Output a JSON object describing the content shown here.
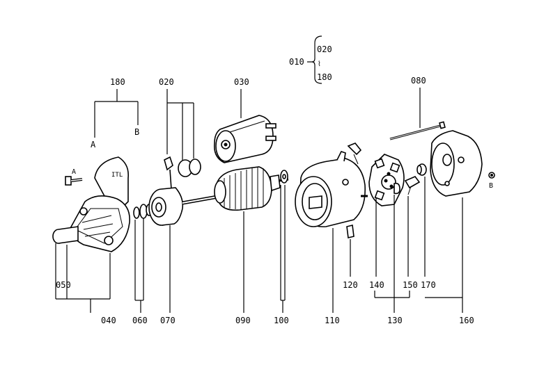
{
  "diagram": {
    "labels": {
      "010": "010",
      "020_top": "020",
      "180_top": "180",
      "180": "180",
      "A_top": "A",
      "B_top": "B",
      "020": "020",
      "030": "030",
      "080": "080",
      "A_bolt": "A",
      "B_bolt": "B",
      "050": "050",
      "040": "040",
      "060": "060",
      "070": "070",
      "090": "090",
      "100": "100",
      "110": "110",
      "120": "120",
      "130": "130",
      "140": "140",
      "150": "150",
      "160": "160",
      "170": "170"
    }
  }
}
